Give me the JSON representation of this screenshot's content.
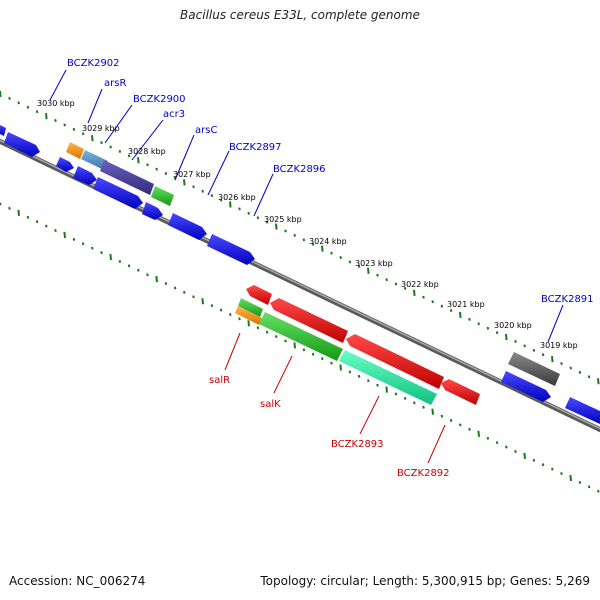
{
  "title": "Bacillus cereus E33L, complete genome",
  "footer": {
    "accession": "Accession: NC_006274",
    "summary": "Topology: circular; Length: 5,300,915 bp; Genes: 5,269"
  },
  "colors": {
    "backbone": "#7a7a7a",
    "tick_track": "#1a7a1a",
    "label_forward": "#0000c8",
    "label_reverse": "#c80000",
    "kbp_label": "#000000"
  },
  "kbp_ticks": [
    "3030 kbp",
    "3029 kbp",
    "3028 kbp",
    "3027 kbp",
    "3026 kbp",
    "3025 kbp",
    "3024 kbp",
    "3023 kbp",
    "3022 kbp",
    "3021 kbp",
    "3020 kbp",
    "3019 kbp"
  ],
  "forward_labels": [
    "BCZK2902",
    "arsR",
    "BCZK2900",
    "acr3",
    "arsC",
    "BCZK2897",
    "BCZK2896",
    "BCZK2891"
  ],
  "reverse_labels": [
    "salR",
    "salK",
    "BCZK2893",
    "BCZK2892"
  ],
  "genes_above": [
    {
      "color": "#f08c00"
    },
    {
      "color": "#4a8fc4"
    },
    {
      "color": "#4a3f9a"
    },
    {
      "color": "#22c022"
    },
    {
      "color": "#1a1aff"
    },
    {
      "color": "#1a1aff"
    },
    {
      "color": "#1a1aff"
    },
    {
      "color": "#1a1aff"
    },
    {
      "color": "#1a1aff"
    },
    {
      "color": "#1a1aff"
    },
    {
      "color": "#1a1aff"
    },
    {
      "color": "#555555"
    },
    {
      "color": "#1a1aff"
    },
    {
      "color": "#1a1aff"
    }
  ],
  "genes_below": [
    {
      "color": "#f00000"
    },
    {
      "color": "#f00000"
    },
    {
      "color": "#f00000"
    },
    {
      "color": "#f00000"
    },
    {
      "color": "#22c022"
    },
    {
      "color": "#f08c00"
    },
    {
      "color": "#22c022"
    },
    {
      "color": "#1ee8a0"
    }
  ]
}
